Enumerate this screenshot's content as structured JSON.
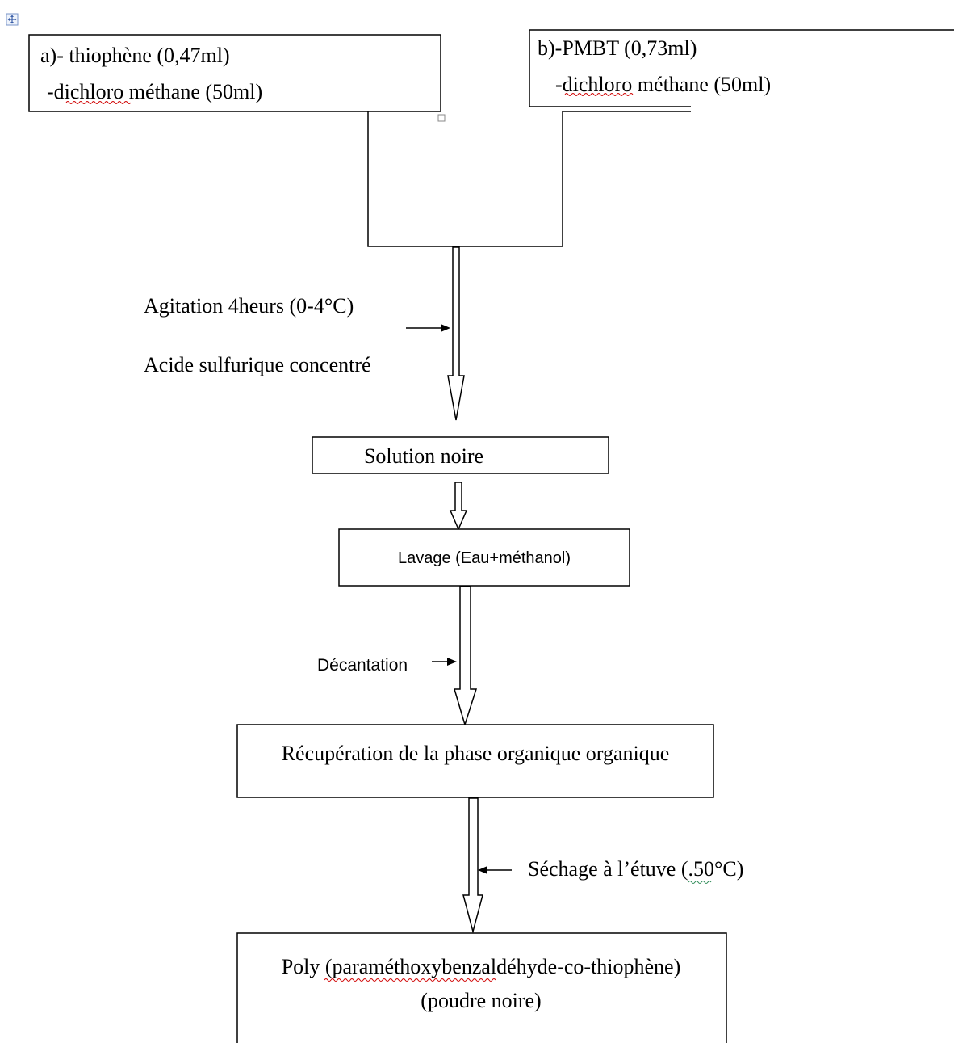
{
  "box_a": {
    "line1": "a)- thiophène (0,47ml)",
    "line2": "-dichloro méthane (50ml)"
  },
  "box_b": {
    "line1": "b)-PMBT (0,73ml)",
    "line2": "-dichloro méthane (50ml)"
  },
  "step1": {
    "label1": "Agitation 4heurs  (0-4°C)",
    "label2": "Acide sulfurique  concentré"
  },
  "box_solution": "Solution noire",
  "box_lavage": "Lavage (Eau+méthanol)",
  "step2_label": "Décantation",
  "box_recuperation": "Récupération de la phase organique  organique",
  "step3_label": "Séchage à l’étuve (.50°C)",
  "box_final": {
    "line1": "Poly (paraméthoxybenzaldéhyde-co-thiophène)",
    "line2": "(poudre noire)"
  },
  "icons": {
    "move_handle": "move-handle-icon"
  },
  "colors": {
    "spelling_underline": "#d00000",
    "grammar_underline": "#2e8b57"
  }
}
